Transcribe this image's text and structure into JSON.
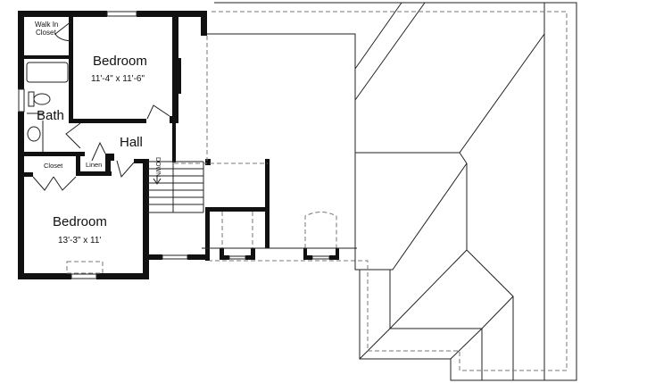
{
  "rooms": {
    "walk_in_closet": {
      "label_line1": "Walk In",
      "label_line2": "Closet"
    },
    "bedroom_upper": {
      "label": "Bedroom",
      "dimensions": "11'-4\" x 11'-6\""
    },
    "bath": {
      "label": "Bath"
    },
    "hall": {
      "label": "Hall"
    },
    "closet": {
      "label": "Closet"
    },
    "linen": {
      "label": "Linen"
    },
    "bedroom_lower": {
      "label": "Bedroom",
      "dimensions": "13'-3\" x 11'"
    },
    "stairs": {
      "label": "DOWN"
    }
  },
  "colors": {
    "wall": "#111111",
    "line": "#222222",
    "dashed": "#777777"
  }
}
